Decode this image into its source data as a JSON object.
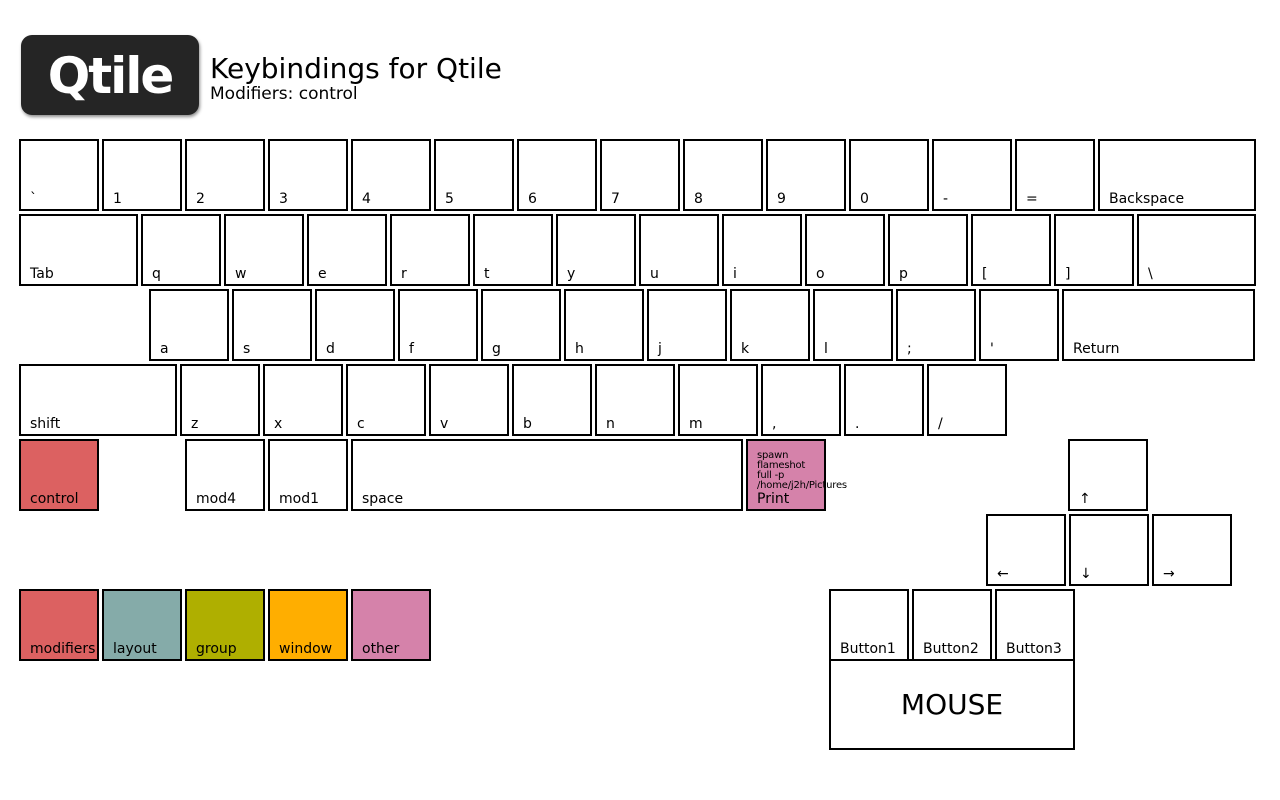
{
  "header": {
    "logo_text": "Qtile",
    "title": "Keybindings for Qtile",
    "subtitle": "Modifiers: control"
  },
  "colors": {
    "modifiers": "#dc6161",
    "layout": "#85aba9",
    "group": "#afaf00",
    "window": "#ffae00",
    "other": "#d582aa",
    "logo_bg": "#252525"
  },
  "keys": [
    {
      "label": "`"
    },
    {
      "label": "1"
    },
    {
      "label": "2"
    },
    {
      "label": "3"
    },
    {
      "label": "4"
    },
    {
      "label": "5"
    },
    {
      "label": "6"
    },
    {
      "label": "7"
    },
    {
      "label": "8"
    },
    {
      "label": "9"
    },
    {
      "label": "0"
    },
    {
      "label": "-"
    },
    {
      "label": "="
    },
    {
      "label": "Backspace"
    },
    {
      "label": "Tab"
    },
    {
      "label": "q"
    },
    {
      "label": "w"
    },
    {
      "label": "e"
    },
    {
      "label": "r"
    },
    {
      "label": "t"
    },
    {
      "label": "y"
    },
    {
      "label": "u"
    },
    {
      "label": "i"
    },
    {
      "label": "o"
    },
    {
      "label": "p"
    },
    {
      "label": "["
    },
    {
      "label": "]"
    },
    {
      "label": "\\"
    },
    {
      "label": "a"
    },
    {
      "label": "s"
    },
    {
      "label": "d"
    },
    {
      "label": "f"
    },
    {
      "label": "g"
    },
    {
      "label": "h"
    },
    {
      "label": "j"
    },
    {
      "label": "k"
    },
    {
      "label": "l"
    },
    {
      "label": ";"
    },
    {
      "label": "'"
    },
    {
      "label": "Return"
    },
    {
      "label": "shift"
    },
    {
      "label": "z"
    },
    {
      "label": "x"
    },
    {
      "label": "c"
    },
    {
      "label": "v"
    },
    {
      "label": "b"
    },
    {
      "label": "n"
    },
    {
      "label": "m"
    },
    {
      "label": ","
    },
    {
      "label": "."
    },
    {
      "label": "/"
    },
    {
      "label": "control",
      "category": "modifiers"
    },
    {
      "label": "mod4"
    },
    {
      "label": "mod1"
    },
    {
      "label": "space"
    },
    {
      "label": "Print",
      "category": "other",
      "description": "spawn\nflameshot\nfull -p\n/home/j2h/Pictures"
    },
    {
      "label": "↑"
    },
    {
      "label": "←"
    },
    {
      "label": "↓"
    },
    {
      "label": "→"
    }
  ],
  "legend": [
    {
      "label": "modifiers",
      "category": "modifiers"
    },
    {
      "label": "layout",
      "category": "layout"
    },
    {
      "label": "group",
      "category": "group"
    },
    {
      "label": "window",
      "category": "window"
    },
    {
      "label": "other",
      "category": "other"
    }
  ],
  "mouse": {
    "buttons": [
      {
        "label": "Button1"
      },
      {
        "label": "Button2"
      },
      {
        "label": "Button3"
      }
    ],
    "label": "MOUSE"
  }
}
